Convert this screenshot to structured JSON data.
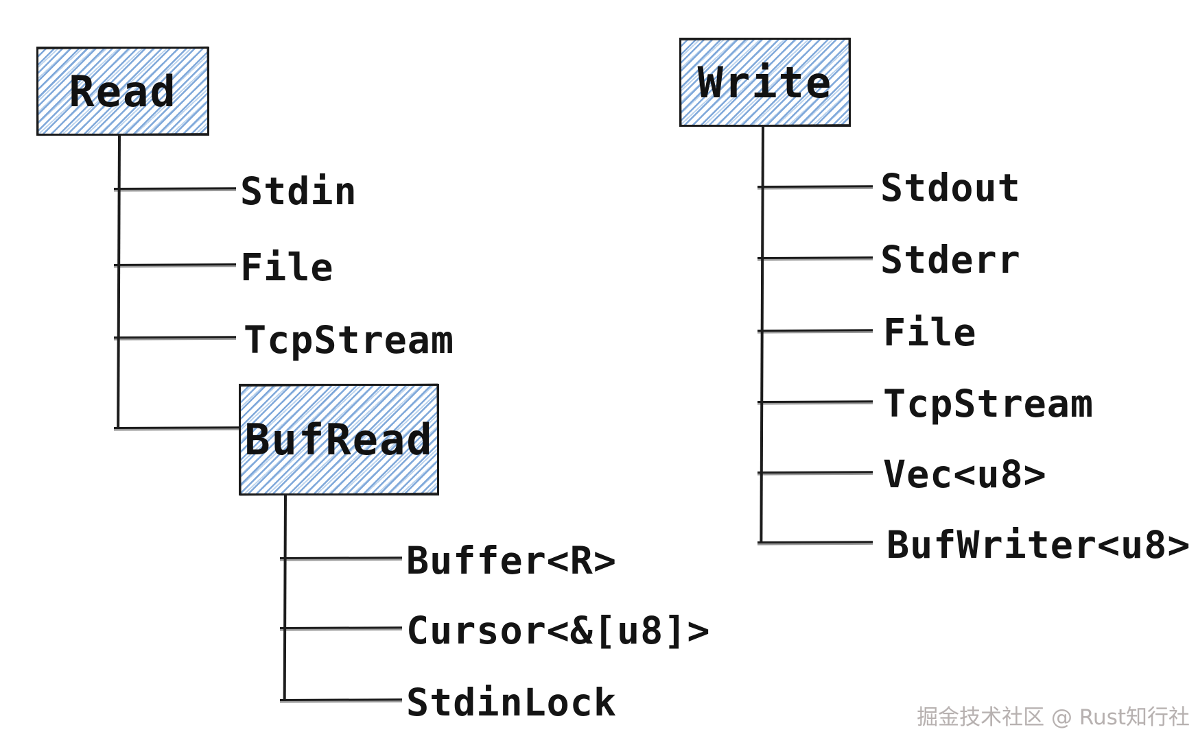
{
  "read_tree": {
    "root": "Read",
    "children": [
      "Stdin",
      "File",
      "TcpStream"
    ],
    "sub": {
      "root": "BufRead",
      "children": [
        "Buffer<R>",
        "Cursor<&[u8]>",
        "StdinLock"
      ]
    }
  },
  "write_tree": {
    "root": "Write",
    "children": [
      "Stdout",
      "Stderr",
      "File",
      "TcpStream",
      "Vec<u8>",
      "BufWriter<u8>"
    ]
  },
  "watermark": "掘金技术社区 @ Rust知行社",
  "colors": {
    "box_hatch_blue": "#7fa8da",
    "ink": "#1b1b1b",
    "watermark_gray": "#b7b1b0"
  }
}
